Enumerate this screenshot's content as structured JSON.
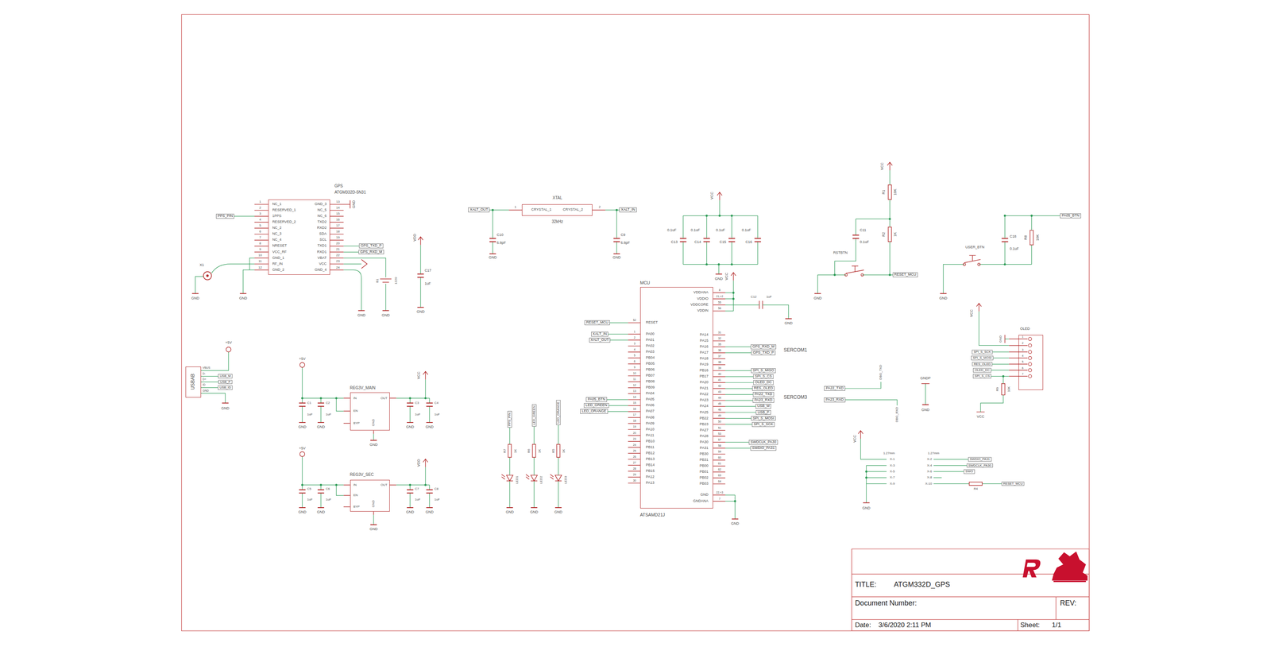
{
  "diagram": {
    "nodes": [
      {
        "text": [
          "GPS",
          "ATGM332D-5N31"
        ]
      },
      {
        "text": [
          "XTAL",
          "32kHz"
        ]
      },
      {
        "text": [
          "MCU",
          "ATSAMD21J"
        ]
      },
      {
        "text": [
          "OLED"
        ]
      },
      {
        "text": [
          "USBAB"
        ]
      },
      {
        "text": [
          "REG3V_MAIN"
        ]
      },
      {
        "text": [
          "REG3V_SEC"
        ]
      }
    ],
    "labels": [
      "TITLE:",
      "ATGM332D_GPS",
      "Document Number:",
      "REV:",
      "Date:",
      "3/6/2020 2:11 PM",
      "Sheet:",
      "1/1",
      "NC_1",
      "RESERVED_1",
      "1PPS",
      "RESERVED_2",
      "NC_2",
      "NC_3",
      "NC_4",
      "NRESET",
      "VCC_RF",
      "GND_1",
      "RF_IN",
      "GND_2",
      "1",
      "2",
      "3",
      "4",
      "5",
      "6",
      "7",
      "8",
      "9",
      "10",
      "11",
      "12",
      "GND_3",
      "NC_5",
      "NC_6",
      "TXD2",
      "RXD2",
      "SDA",
      "SCL",
      "TXD1",
      "RXD1",
      "VBAT",
      "VCC",
      "GND_4",
      "13",
      "14",
      "15",
      "16",
      "17",
      "18",
      "19",
      "20",
      "21",
      "22",
      "23",
      "24",
      "GND",
      "PPS_PIN",
      "GPS_TXD_P",
      "GPS_RXD_M",
      "B1",
      "1220",
      "X1",
      "GND",
      "GND",
      "GND",
      "GND",
      "C17",
      "1uF",
      "VDD",
      "GND",
      "XALT_OUT",
      "CRYSTAL_1",
      "CRYSTAL_2",
      "1",
      "2",
      "XALT_IN",
      "C10",
      "6.8pF",
      "GND",
      "C9",
      "6.8pF",
      "GND",
      "VCC",
      "0.1uF",
      "C13",
      "0.1uF",
      "C14",
      "0.1uF",
      "C15",
      "0.1uF",
      "C16",
      "GND",
      "VCC",
      "R1",
      "10K",
      "C11",
      "0.1uF",
      "R2",
      "1K",
      "RSTBTN",
      "RESET_MCU",
      "GND",
      "USER_BTN",
      "C18",
      "0.1uF",
      "R8",
      "10K",
      "PA05_BTN",
      "GND",
      "GND",
      "VCC",
      "SPI_S_SCK",
      "SPI_S_MOSI",
      "RES_OLED",
      "OLED_DC",
      "SPI_S_CS",
      "1",
      "2",
      "3",
      "4",
      "5",
      "6",
      "7",
      "R9",
      "10K",
      "VCC",
      "VBUS",
      "D-",
      "D+",
      "ID",
      "GND",
      "USB_M",
      "USB_P",
      "USB_ID",
      "+5V",
      "GND",
      "IN",
      "OUT",
      "EN",
      "BYP",
      "GND",
      "+5V",
      "C1",
      "1uF",
      "C2",
      "1uF",
      "C3",
      "1uF",
      "C4",
      "1uF",
      "VCC",
      "GND",
      "GND",
      "GND",
      "GND",
      "GND",
      "IN",
      "OUT",
      "EN",
      "BYP",
      "GND",
      "+5V",
      "C5",
      "1uF",
      "C6",
      "1uF",
      "C7",
      "1uF",
      "C8",
      "1uF",
      "VDD",
      "GND",
      "GND",
      "GND",
      "GND",
      "GND",
      "PPS_PIN",
      "LED_GREEN",
      "LED_ORANGE",
      "R7",
      "1K",
      "LED1",
      "GND",
      "R6",
      "1K",
      "LED2",
      "GND",
      "R5",
      "1K",
      "LED3",
      "GND",
      "PA00",
      "PA01",
      "PA02",
      "PA03",
      "PB04",
      "PB05",
      "PB06",
      "PB07",
      "PB08",
      "PB09",
      "PA04",
      "PA05",
      "PA06",
      "PA07",
      "PA08",
      "PA09",
      "PA10",
      "PA11",
      "PB10",
      "PB11",
      "PB12",
      "PB13",
      "PB14",
      "PB15",
      "PA12",
      "PA13",
      "1",
      "2",
      "3",
      "4",
      "5",
      "6",
      "9",
      "10",
      "11",
      "12",
      "13",
      "14",
      "15",
      "16",
      "17",
      "18",
      "19",
      "20",
      "23",
      "24",
      "25",
      "26",
      "27",
      "28",
      "29",
      "30",
      "PA14",
      "PA15",
      "PA16",
      "PA17",
      "PA18",
      "PA19",
      "PB16",
      "PB17",
      "PA20",
      "PA21",
      "PA22",
      "PA23",
      "PA24",
      "PA25",
      "PB22",
      "PB23",
      "PA27",
      "PA28",
      "PA30",
      "PA31",
      "PB30",
      "PB31",
      "PB00",
      "PB01",
      "PB02",
      "PB03",
      "31",
      "32",
      "35",
      "36",
      "37",
      "38",
      "39",
      "40",
      "41",
      "42",
      "43",
      "44",
      "45",
      "46",
      "49",
      "50",
      "51",
      "53",
      "57",
      "58",
      "59",
      "60",
      "61",
      "62",
      "63",
      "64",
      "VDDANA",
      "VDDIO",
      "VDDCORE",
      "VDDIN",
      "8",
      "21,+2",
      "55",
      "56",
      "RESET",
      "52",
      "GND",
      "22,+3",
      "GNDANA",
      "7",
      "RESET_MCU",
      "XALT_IN",
      "XALT_OUT",
      "PA05_BTN",
      "LED_GREEN",
      "LED_ORANGE",
      "GPS_RXD_M",
      "GPS_TXD_P",
      "SPI_S_MISO",
      "SPI_S_CS",
      "OLED_DC",
      "RES_OLED",
      "PA22_TXD",
      "PA23_RXD",
      "USB_M",
      "USB_P",
      "SPI_S_MOSI",
      "SPI_S_SCK",
      "SWDCLK_PA30",
      "SWDIO_PA31",
      "SERCOM1",
      "SERCOM3",
      "C12",
      "1uF",
      "VCC",
      "GND",
      "GND",
      "VCC",
      "1.27mm",
      "X-1",
      "X-3",
      "X-5",
      "X-7",
      "X-9",
      "GND",
      "1.27mm",
      "X-2",
      "X-4",
      "X-6",
      "X-8",
      "X-10",
      "SWDIO_PA31",
      "SWDCLK_PA30",
      "SWO",
      "R4",
      "RESET_MCU",
      "PA22_TXD",
      "PA23_RXD",
      "DBG_TXD",
      "DBG_RXD",
      "GNDP",
      "GND"
    ]
  }
}
